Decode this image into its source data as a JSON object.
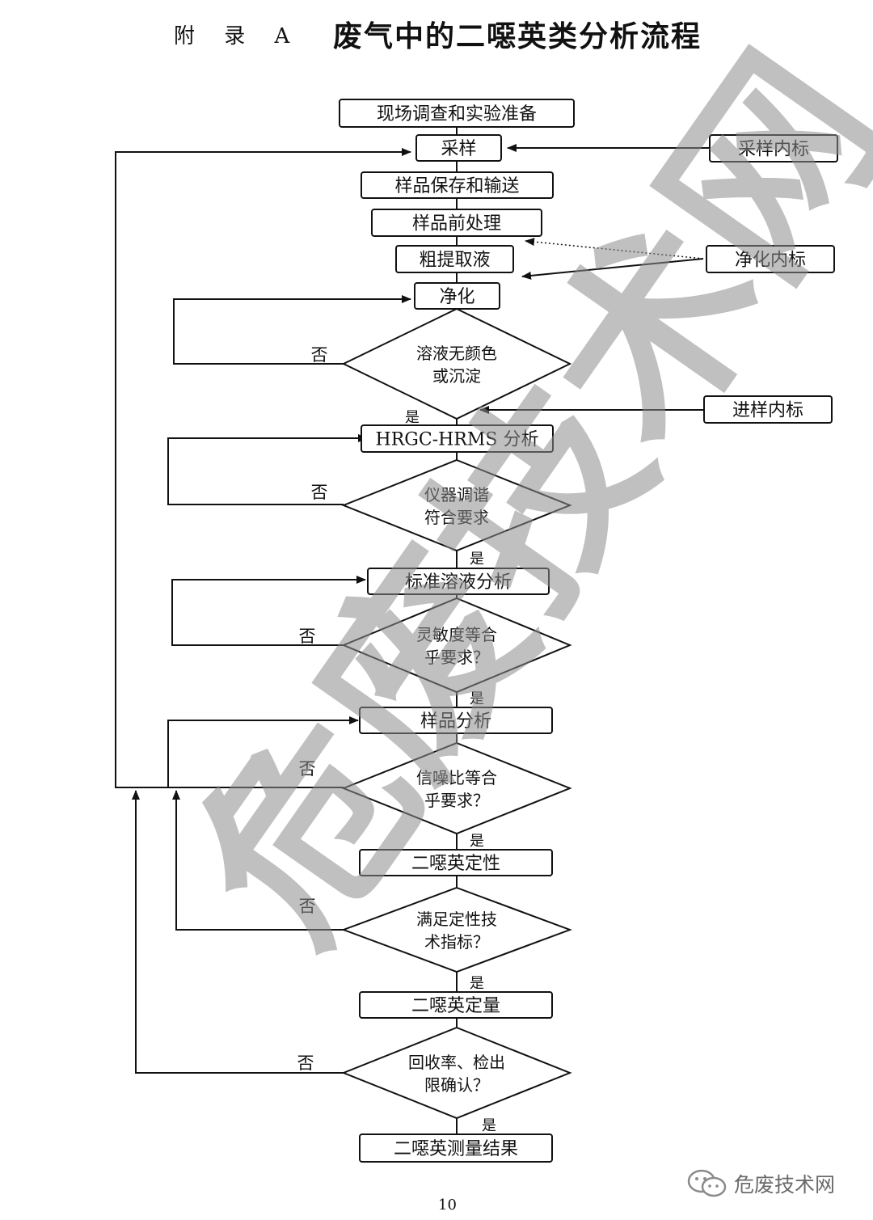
{
  "header": {
    "appendix_label": "附 录 A",
    "title": "废气中的二噁英类分析流程"
  },
  "flow": {
    "boxes": [
      {
        "id": "prep",
        "label": "现场调查和实验准备"
      },
      {
        "id": "sampling",
        "label": "采样"
      },
      {
        "id": "storage",
        "label": "样品保存和输送"
      },
      {
        "id": "pretreat",
        "label": "样品前处理"
      },
      {
        "id": "extract",
        "label": "粗提取液"
      },
      {
        "id": "purify",
        "label": "净化"
      },
      {
        "id": "hrgc",
        "label": "HRGC-HRMS 分析"
      },
      {
        "id": "standard",
        "label": "标准溶液分析"
      },
      {
        "id": "sample",
        "label": "样品分析"
      },
      {
        "id": "qual",
        "label": "二噁英定性"
      },
      {
        "id": "quant",
        "label": "二噁英定量"
      },
      {
        "id": "result",
        "label": "二噁英测量结果"
      },
      {
        "id": "std_sampling",
        "label": "采样内标"
      },
      {
        "id": "std_purify",
        "label": "净化内标"
      },
      {
        "id": "std_inject",
        "label": "进样内标"
      }
    ],
    "decisions": [
      {
        "id": "d1",
        "line1": "溶液无颜色",
        "line2": "或沉淀"
      },
      {
        "id": "d2",
        "line1": "仪器调谐",
        "line2": "符合要求"
      },
      {
        "id": "d3",
        "line1": "灵敏度等合",
        "line2": "乎要求？"
      },
      {
        "id": "d4",
        "line1": "信噪比等合",
        "line2": "乎要求？"
      },
      {
        "id": "d5",
        "line1": "满足定性技",
        "line2": "术指标？"
      },
      {
        "id": "d6",
        "line1": "回收率、检出",
        "line2": "限确认？"
      }
    ],
    "yes_label": "是",
    "no_label": "否"
  },
  "footer": {
    "page_number": "10",
    "wechat_account": "危废技术网"
  },
  "watermark": "危废技术网",
  "colors": {
    "line": "#111111",
    "watermark": "#8c8c8c",
    "wechat_icon": "#8a8a8a"
  }
}
